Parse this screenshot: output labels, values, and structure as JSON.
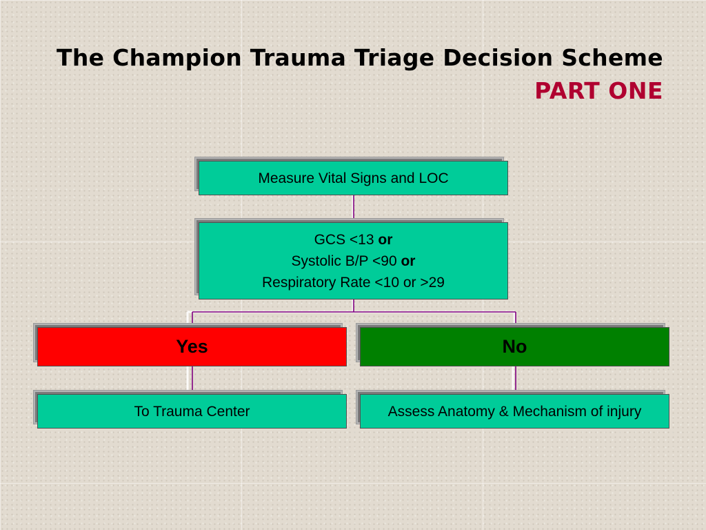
{
  "slide": {
    "title": "The Champion Trauma Triage Decision Scheme",
    "subtitle": "PART ONE",
    "subtitle_color": "#b00030"
  },
  "flowchart": {
    "measure": "Measure Vital Signs and LOC",
    "criteria": [
      {
        "text": "GCS <13 ",
        "connector": "or"
      },
      {
        "text": "Systolic B/P <90 ",
        "connector": "or"
      },
      {
        "text": "Respiratory Rate <10 or >29",
        "connector": ""
      }
    ],
    "yes": "Yes",
    "no": "No",
    "yes_action": "To Trauma Center",
    "no_action": "Assess Anatomy & Mechanism of injury"
  },
  "colors": {
    "box_fill": "#00cc99",
    "yes_fill": "#ff0000",
    "no_fill": "#008000",
    "connector_line": "#800080"
  }
}
